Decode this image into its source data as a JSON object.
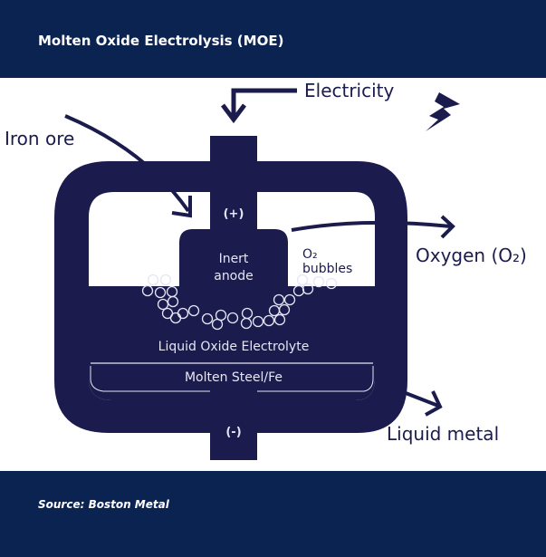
{
  "header": {
    "title": "Molten Oxide Electrolysis (MOE)"
  },
  "footer": {
    "source": "Source: Boston Metal"
  },
  "diagram": {
    "labels": {
      "electricity": "Electricity",
      "iron_ore": "Iron ore",
      "anode_terminal": "(+)",
      "cathode_terminal": "(-)",
      "inert_anode_line1": "Inert",
      "inert_anode_line2": "anode",
      "o2_bubbles_line1": "O₂",
      "o2_bubbles_line2": "bubbles",
      "oxygen": "Oxygen (O₂)",
      "electrolyte": "Liquid Oxide Electrolyte",
      "molten_steel": "Molten Steel/Fe",
      "liquid_metal": "Liquid metal"
    },
    "colors": {
      "ink": "#1b1b4d",
      "band": "#0b2350",
      "inner_text": "#e6e6f5"
    }
  }
}
